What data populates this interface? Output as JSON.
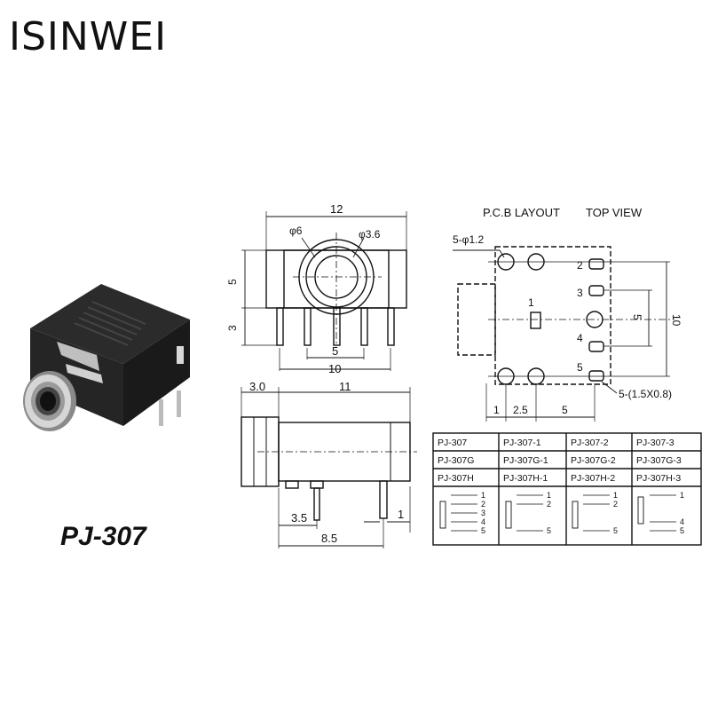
{
  "brand": "ISINWEI",
  "model": "PJ-307",
  "pcb_title": "P.C.B LAYOUT",
  "top_view_title": "TOP VIEW",
  "front_view": {
    "width": "12",
    "outer_dia": "φ6",
    "inner_dia": "φ3.6",
    "body_h": "5",
    "pin_h": "3",
    "pin_span_inner": "5",
    "pin_span_outer": "10"
  },
  "side_view": {
    "front_len": "3.0",
    "body_len": "11",
    "pin_pos": "3.5",
    "pin_pitch": "8.5",
    "pin_offset": "1"
  },
  "pcb": {
    "hole_spec": "5-φ1.2",
    "slot_spec": "5-(1.5X0.8)",
    "pin_labels": [
      "1",
      "2",
      "3",
      "4",
      "5"
    ],
    "dim_1": "1",
    "dim_2_5": "2.5",
    "dim_5_bottom": "5",
    "dim_5_right": "5",
    "dim_10_right": "10"
  },
  "table": {
    "rows": [
      [
        "PJ-307",
        "PJ-307-1",
        "PJ-307-2",
        "PJ-307-3"
      ],
      [
        "PJ-307G",
        "PJ-307G-1",
        "PJ-307G-2",
        "PJ-307G-3"
      ],
      [
        "PJ-307H",
        "PJ-307H-1",
        "PJ-307H-2",
        "PJ-307H-3"
      ]
    ],
    "schematics": [
      [
        "1",
        "2",
        "3",
        "4",
        "5"
      ],
      [
        "1",
        "2",
        "5"
      ],
      [
        "1",
        "2",
        "5"
      ],
      [
        "1",
        "4",
        "5"
      ]
    ]
  }
}
